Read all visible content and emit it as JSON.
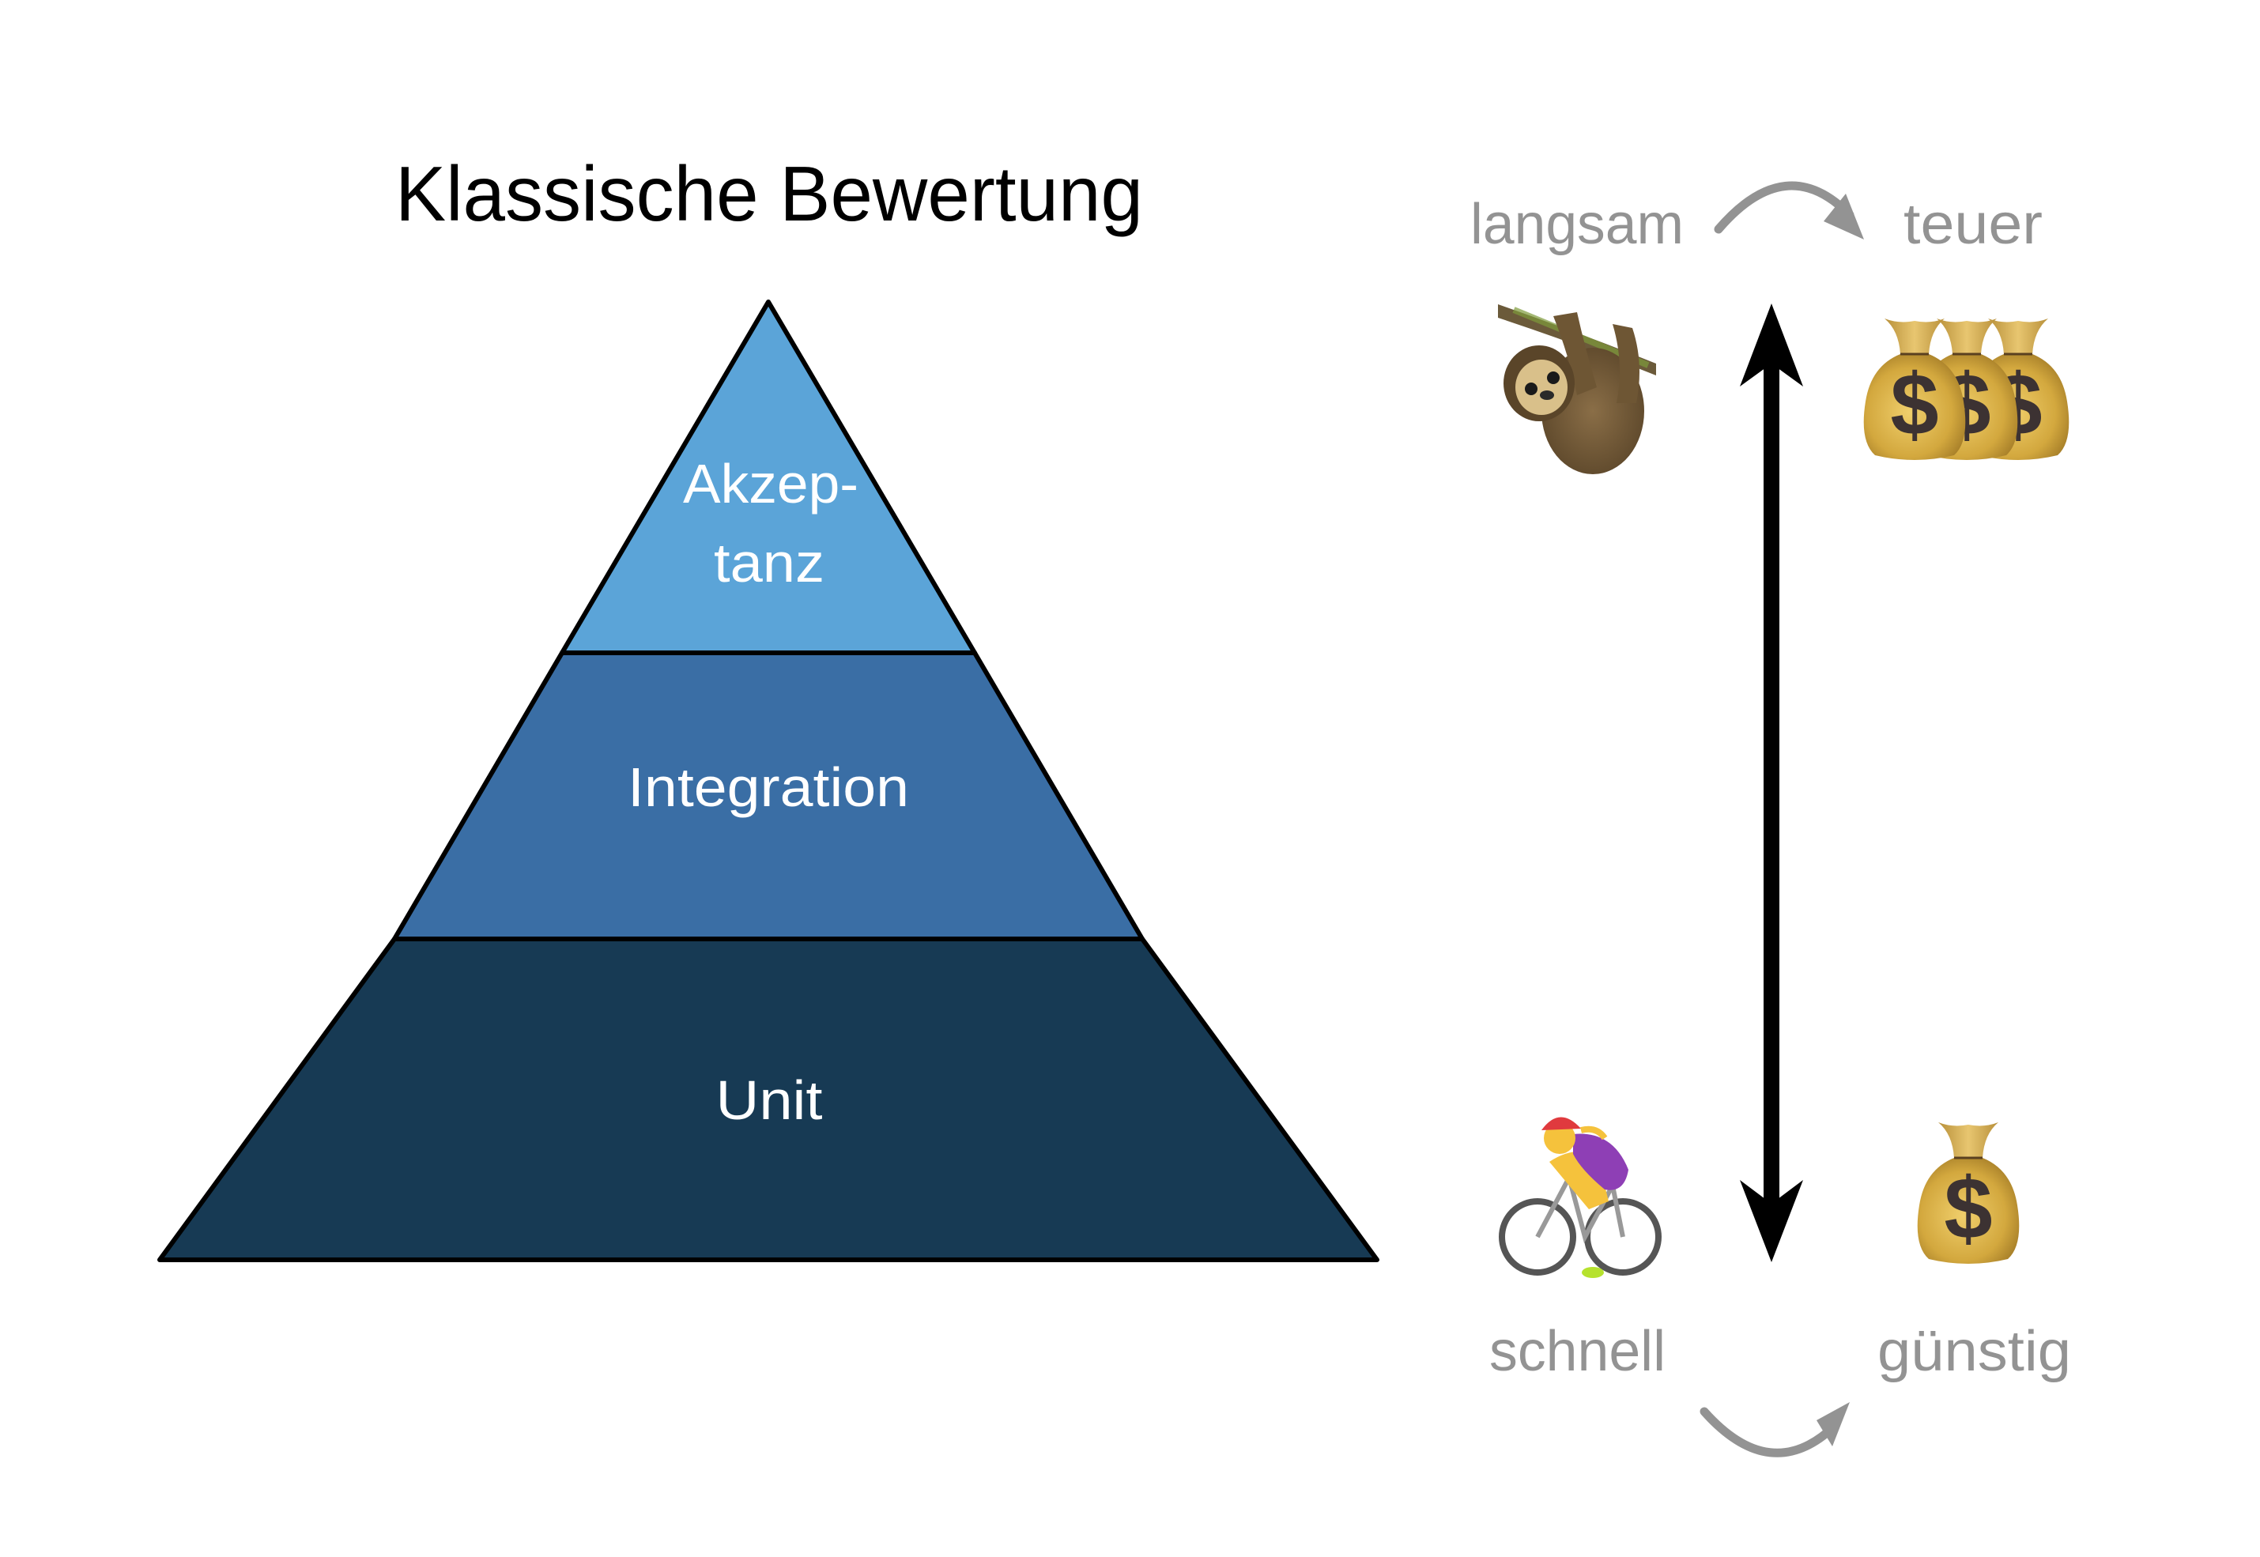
{
  "title": "Klassische Bewertung",
  "pyramid": {
    "layers": [
      {
        "id": "akzeptanz",
        "label_lines": [
          "Akzep-",
          "tanz"
        ],
        "color": "#5BA4D8"
      },
      {
        "id": "integration",
        "label_lines": [
          "Integration"
        ],
        "color": "#3A6EA5"
      },
      {
        "id": "unit",
        "label_lines": [
          "Unit"
        ],
        "color": "#173A54"
      }
    ],
    "outline_color": "#000000"
  },
  "scale": {
    "top": {
      "left_label": "langsam",
      "right_label": "teuer",
      "left_icon": "sloth-icon",
      "right_icon": "three-money-bags-icon"
    },
    "bottom": {
      "left_label": "schnell",
      "right_label": "günstig",
      "left_icon": "woman-cyclist-icon",
      "right_icon": "money-bag-icon"
    },
    "arrow": "double-headed-vertical-arrow",
    "label_color": "#939393",
    "curved_arrow_color": "#939393"
  }
}
